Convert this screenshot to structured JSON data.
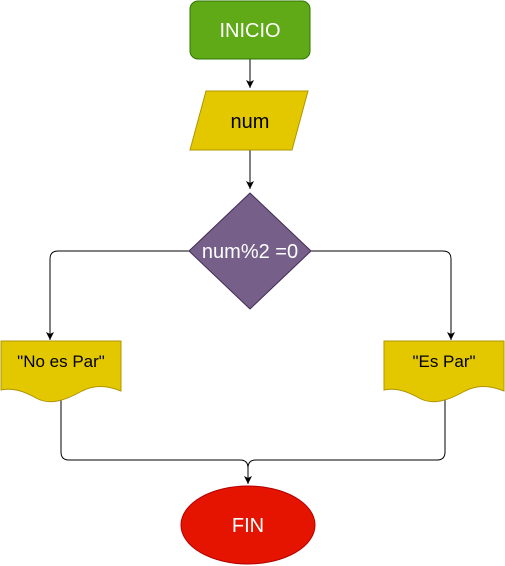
{
  "nodes": {
    "start": {
      "label": "INICIO",
      "fill": "#60a917",
      "stroke": "#2d7600",
      "text_color": "#ffffff"
    },
    "input": {
      "label": "num",
      "fill": "#e3c800",
      "stroke": "#b09500",
      "text_color": "#000000"
    },
    "decision": {
      "label": "num%2 =0",
      "fill": "#76608a",
      "stroke": "#432d57",
      "text_color": "#ffffff"
    },
    "output_no": {
      "label": "\"No es Par\"",
      "fill": "#e3c800",
      "stroke": "#b09500",
      "text_color": "#000000"
    },
    "output_yes": {
      "label": "\"Es Par\"",
      "fill": "#e3c800",
      "stroke": "#b09500",
      "text_color": "#000000"
    },
    "end": {
      "label": "FIN",
      "fill": "#e51400",
      "stroke": "#b20000",
      "text_color": "#ffffff"
    }
  },
  "connector_color": "#000000"
}
